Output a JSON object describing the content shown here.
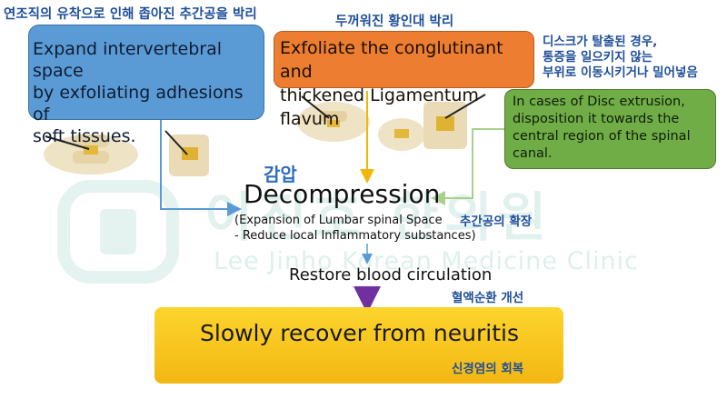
{
  "watermark": {
    "korean": "이진호 한의원",
    "english": "Lee Jinho Korean Medicine Clinic"
  },
  "boxes": {
    "blue": {
      "label_lines": [
        "Expand intervertebral space",
        "by exfoliating adhesions of",
        "soft tissues."
      ]
    },
    "orange": {
      "label_lines": [
        "Exfoliate the conglutinant and",
        "thickened Ligamentum flavum"
      ]
    },
    "green": {
      "label_lines": [
        "In cases of Disc extrusion,",
        "disposition it towards the",
        "central region of the spinal",
        "canal."
      ]
    },
    "yellow": {
      "label": "Slowly recover from neuritis"
    }
  },
  "korean_labels": {
    "top_left": "연조직의 유착으로 인해 좁아진 추간공을 박리",
    "orange": "두꺼워진 황인대 박리",
    "green_lines": [
      "디스크가 탈출된 경우,",
      "통증을 일으키지 않는",
      "부위로 이동시키거나 밀어넣음"
    ],
    "decompression": "감압",
    "expansion": "추간공의 확장",
    "circulation": "혈액순환 개선",
    "neuritis": "신경염의 회복"
  },
  "center": {
    "decompression": "Decompression",
    "sub_lines": [
      "(Expansion of Lumbar spinal Space",
      "- Reduce local Inflammatory substances)"
    ],
    "circulation": "Restore blood circulation"
  },
  "colors": {
    "blue_box": "#5b9bd5",
    "orange_box": "#ed7d31",
    "green_box": "#70ad47",
    "yellow_box": "#f9c61a",
    "korean_text": "#1f4e9a",
    "arrow_purple": "#7030a0",
    "arrow_yellow": "#f2b705",
    "arrow_green": "#a9d18e",
    "arrow_blue": "#5b9bd5"
  }
}
